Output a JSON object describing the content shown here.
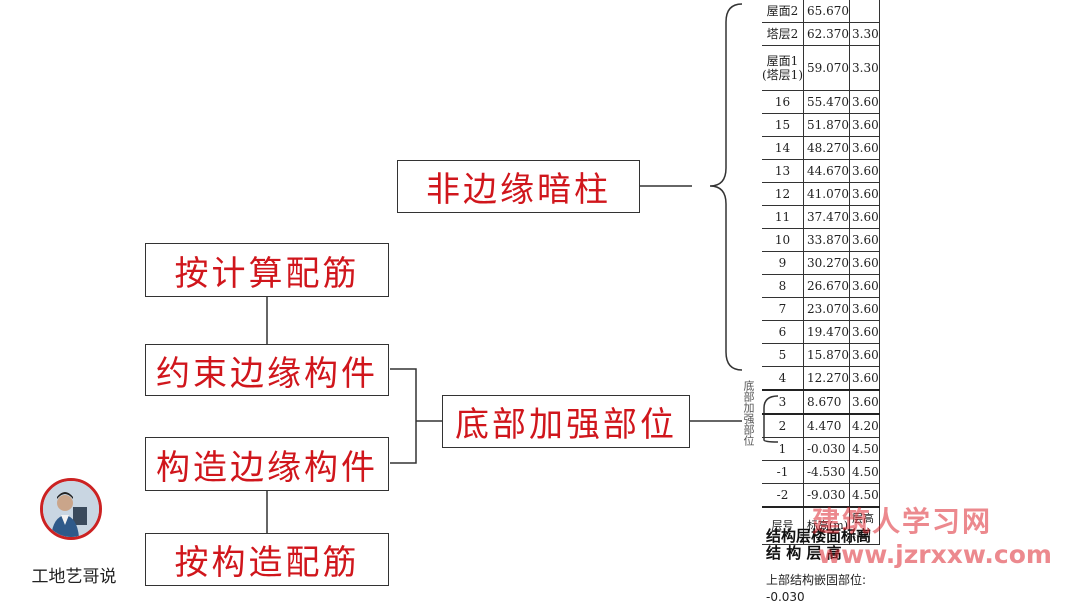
{
  "boxes": {
    "non_edge_column": "非边缘暗柱",
    "by_calculation": "按计算配筋",
    "constrained_edge": "约束边缘构件",
    "constructional_edge": "构造边缘构件",
    "by_construction": "按构造配筋",
    "bottom_strengthen": "底部加强部位"
  },
  "floor_table": {
    "rows": [
      {
        "floor": "屋面2",
        "elev": "65.670",
        "h": ""
      },
      {
        "floor": "塔层2",
        "elev": "62.370",
        "h": "3.30"
      },
      {
        "floor": "屋面1\n(塔层1)",
        "elev": "59.070",
        "h": "3.30"
      },
      {
        "floor": "16",
        "elev": "55.470",
        "h": "3.60"
      },
      {
        "floor": "15",
        "elev": "51.870",
        "h": "3.60"
      },
      {
        "floor": "14",
        "elev": "48.270",
        "h": "3.60"
      },
      {
        "floor": "13",
        "elev": "44.670",
        "h": "3.60"
      },
      {
        "floor": "12",
        "elev": "41.070",
        "h": "3.60"
      },
      {
        "floor": "11",
        "elev": "37.470",
        "h": "3.60"
      },
      {
        "floor": "10",
        "elev": "33.870",
        "h": "3.60"
      },
      {
        "floor": "9",
        "elev": "30.270",
        "h": "3.60"
      },
      {
        "floor": "8",
        "elev": "26.670",
        "h": "3.60"
      },
      {
        "floor": "7",
        "elev": "23.070",
        "h": "3.60"
      },
      {
        "floor": "6",
        "elev": "19.470",
        "h": "3.60"
      },
      {
        "floor": "5",
        "elev": "15.870",
        "h": "3.60"
      },
      {
        "floor": "4",
        "elev": "12.270",
        "h": "3.60"
      },
      {
        "floor": "3",
        "elev": "8.670",
        "h": "3.60"
      },
      {
        "floor": "2",
        "elev": "4.470",
        "h": "4.20"
      },
      {
        "floor": "1",
        "elev": "-0.030",
        "h": "4.50"
      },
      {
        "floor": "-1",
        "elev": "-4.530",
        "h": "4.50"
      },
      {
        "floor": "-2",
        "elev": "-9.030",
        "h": "4.50"
      }
    ],
    "header": {
      "floor": "层号",
      "elev": "标高(m)",
      "h": "层高\n(m)"
    },
    "side_label": "底部加强部位",
    "struct_title_line1": "结构层楼面标高",
    "struct_title_line2": "结 构 层 高",
    "footnote_line1": "上部结构嵌固部位:",
    "footnote_line2": "-0.030"
  },
  "watermark": {
    "line1": "建筑人学习网",
    "line2": "www.jzrxxw.com"
  },
  "author": {
    "name": "工地艺哥说"
  },
  "colors": {
    "box_text": "#d0161c",
    "line": "#333333",
    "watermark": "#dc2832"
  }
}
